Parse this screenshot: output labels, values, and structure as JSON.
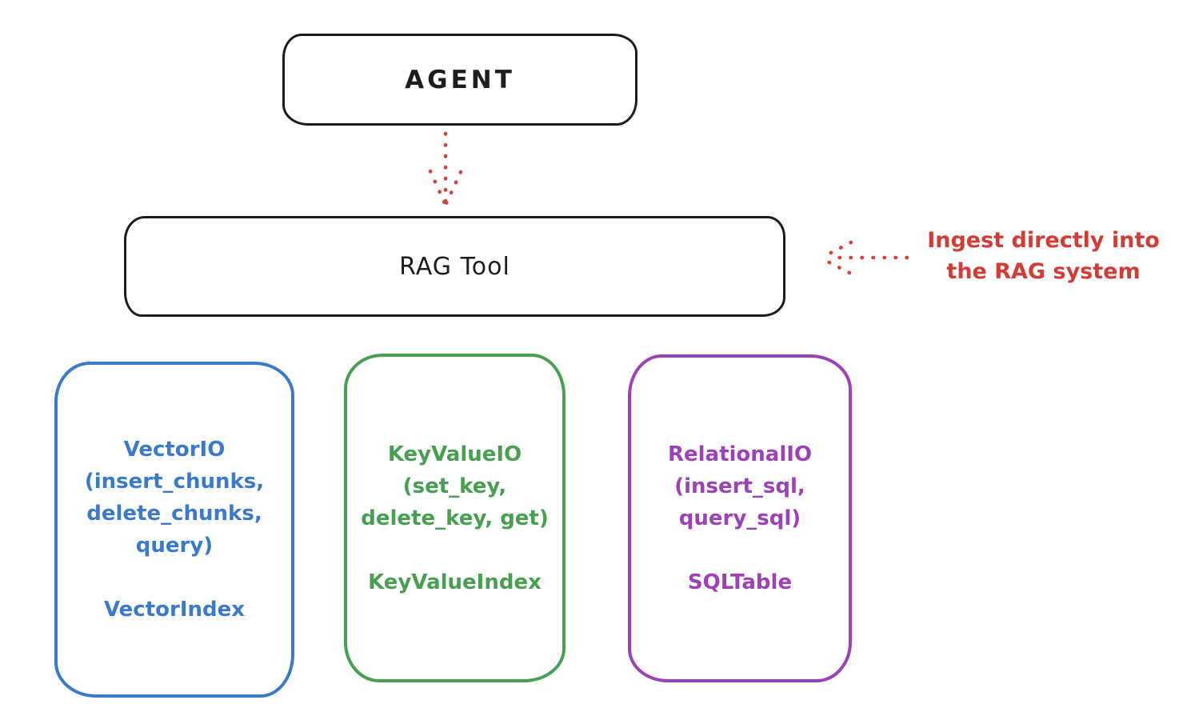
{
  "agent_box": {
    "label": "AGENT"
  },
  "rag_tool_box": {
    "label": "RAG Tool"
  },
  "ingest_annotation": {
    "line1": "Ingest directly into",
    "line2": "the RAG system"
  },
  "io_boxes": [
    {
      "name": "vector-io",
      "lines": [
        "VectorIO",
        "(insert_chunks,",
        "delete_chunks,",
        "query)"
      ],
      "index_label": "VectorIndex",
      "color": "#3b7ac9"
    },
    {
      "name": "keyvalue-io",
      "lines": [
        "KeyValueIO",
        "(set_key,",
        "delete_key, get)"
      ],
      "index_label": "KeyValueIndex",
      "color": "#47a04f"
    },
    {
      "name": "relational-io",
      "lines": [
        "RelationalIO",
        "(insert_sql,",
        "query_sql)"
      ],
      "index_label": "SQLTable",
      "color": "#9c41b8"
    }
  ],
  "colors": {
    "background": "#ffffff",
    "outline_black": "#1d1d1d",
    "arrow_red": "#d6423b",
    "annotation_red": "#d23c35",
    "vector_blue": "#3b7ac9",
    "keyvalue_green": "#47a04f",
    "relational_purple": "#9c41b8"
  }
}
